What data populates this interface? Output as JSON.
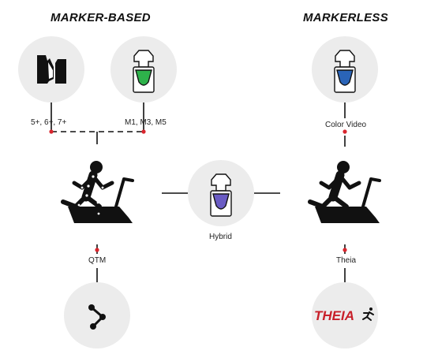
{
  "headings": {
    "marker_based": "MARKER-BASED",
    "markerless": "MARKERLESS"
  },
  "labels": {
    "qualisys_cams": "5+, 6+, 7+",
    "vicon_cams": "M1, M3, M5",
    "color_video": "Color Video",
    "hybrid": "Hybrid",
    "qtm": "QTM",
    "theia": "Theia"
  },
  "logo": {
    "theia_text": "THEIA"
  },
  "colors": {
    "circle_fill": "#ececec",
    "line": "#111111",
    "red_dot": "#d9262e",
    "green_lens": "#2eb24b",
    "blue_lens": "#2a64b8",
    "purple_lens": "#6a5cc4",
    "theia_red": "#c8202a"
  }
}
